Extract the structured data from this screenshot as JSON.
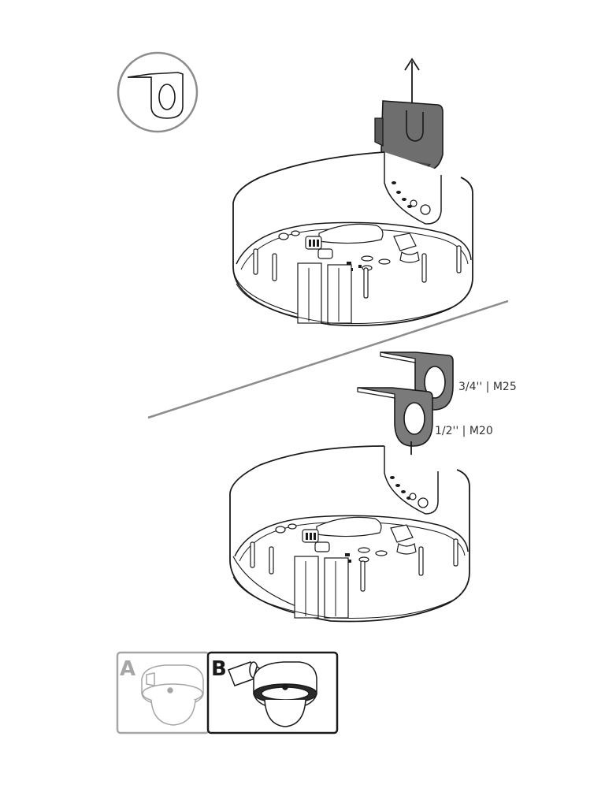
{
  "labels": {
    "bracket_large": "3/4'' | M25",
    "bracket_small": "1/2'' | M20",
    "panel_a": "A",
    "panel_b": "B"
  },
  "colors": {
    "line": "#1a1a1a",
    "bracket_fill": "#7a7a7a",
    "cover_fill": "#6e6e6e",
    "divider": "#8c8c8c",
    "panel_a_frame": "#a6a6a6",
    "panel_b_frame": "#1a1a1a"
  },
  "icons": [
    "up-arrow-icon",
    "down-arrow-icon",
    "bracket-detail-icon",
    "camera-dome-icon",
    "conduit-icon"
  ]
}
